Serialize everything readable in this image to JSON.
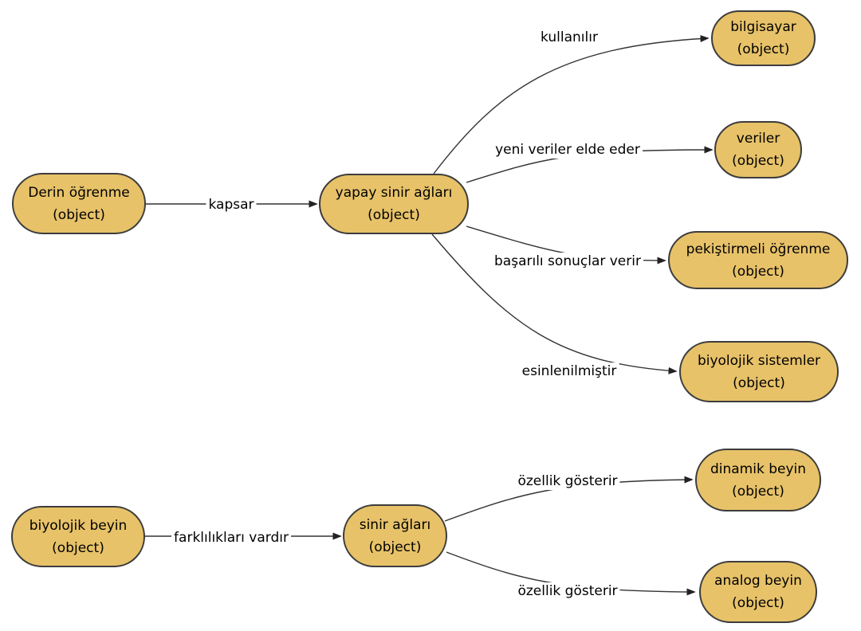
{
  "graph": {
    "colors": {
      "background": "#FFFFFF",
      "node_fill": "#E7C269",
      "node_border": "#3C3C3C",
      "edge": "#333333",
      "arrowhead": "#222222",
      "text": "#000000"
    },
    "nodes": [
      {
        "id": "derin-ogrenme",
        "label": "Derin öğrenme",
        "type": "(object)"
      },
      {
        "id": "yapay-sinir-aglari",
        "label": "yapay sinir ağları",
        "type": "(object)"
      },
      {
        "id": "bilgisayar",
        "label": "bilgisayar",
        "type": "(object)"
      },
      {
        "id": "veriler",
        "label": "veriler",
        "type": "(object)"
      },
      {
        "id": "pekistirmeli-ogrenme",
        "label": "pekiştirmeli öğrenme",
        "type": "(object)"
      },
      {
        "id": "biyolojik-sistemler",
        "label": "biyolojik sistemler",
        "type": "(object)"
      },
      {
        "id": "biyolojik-beyin",
        "label": "biyolojik beyin",
        "type": "(object)"
      },
      {
        "id": "sinir-aglari",
        "label": "sinir ağları",
        "type": "(object)"
      },
      {
        "id": "dinamik-beyin",
        "label": "dinamik beyin",
        "type": "(object)"
      },
      {
        "id": "analog-beyin",
        "label": "analog beyin",
        "type": "(object)"
      }
    ],
    "edges": [
      {
        "from": "Derin öğrenme",
        "label": "kapsar",
        "to": "yapay sinir ağları"
      },
      {
        "from": "yapay sinir ağları",
        "label": "kullanılır",
        "to": "bilgisayar"
      },
      {
        "from": "yapay sinir ağları",
        "label": "yeni veriler elde eder",
        "to": "veriler"
      },
      {
        "from": "yapay sinir ağları",
        "label": "başarılı sonuçlar verir",
        "to": "pekiştirmeli öğrenme"
      },
      {
        "from": "yapay sinir ağları",
        "label": "esinlenilmiştir",
        "to": "biyolojik sistemler"
      },
      {
        "from": "biyolojik beyin",
        "label": "farklılıkları vardır",
        "to": "sinir ağları"
      },
      {
        "from": "sinir ağları",
        "label": "özellik gösterir",
        "to": "dinamik beyin"
      },
      {
        "from": "sinir ağları",
        "label": "özellik gösterir",
        "to": "analog beyin"
      }
    ]
  }
}
